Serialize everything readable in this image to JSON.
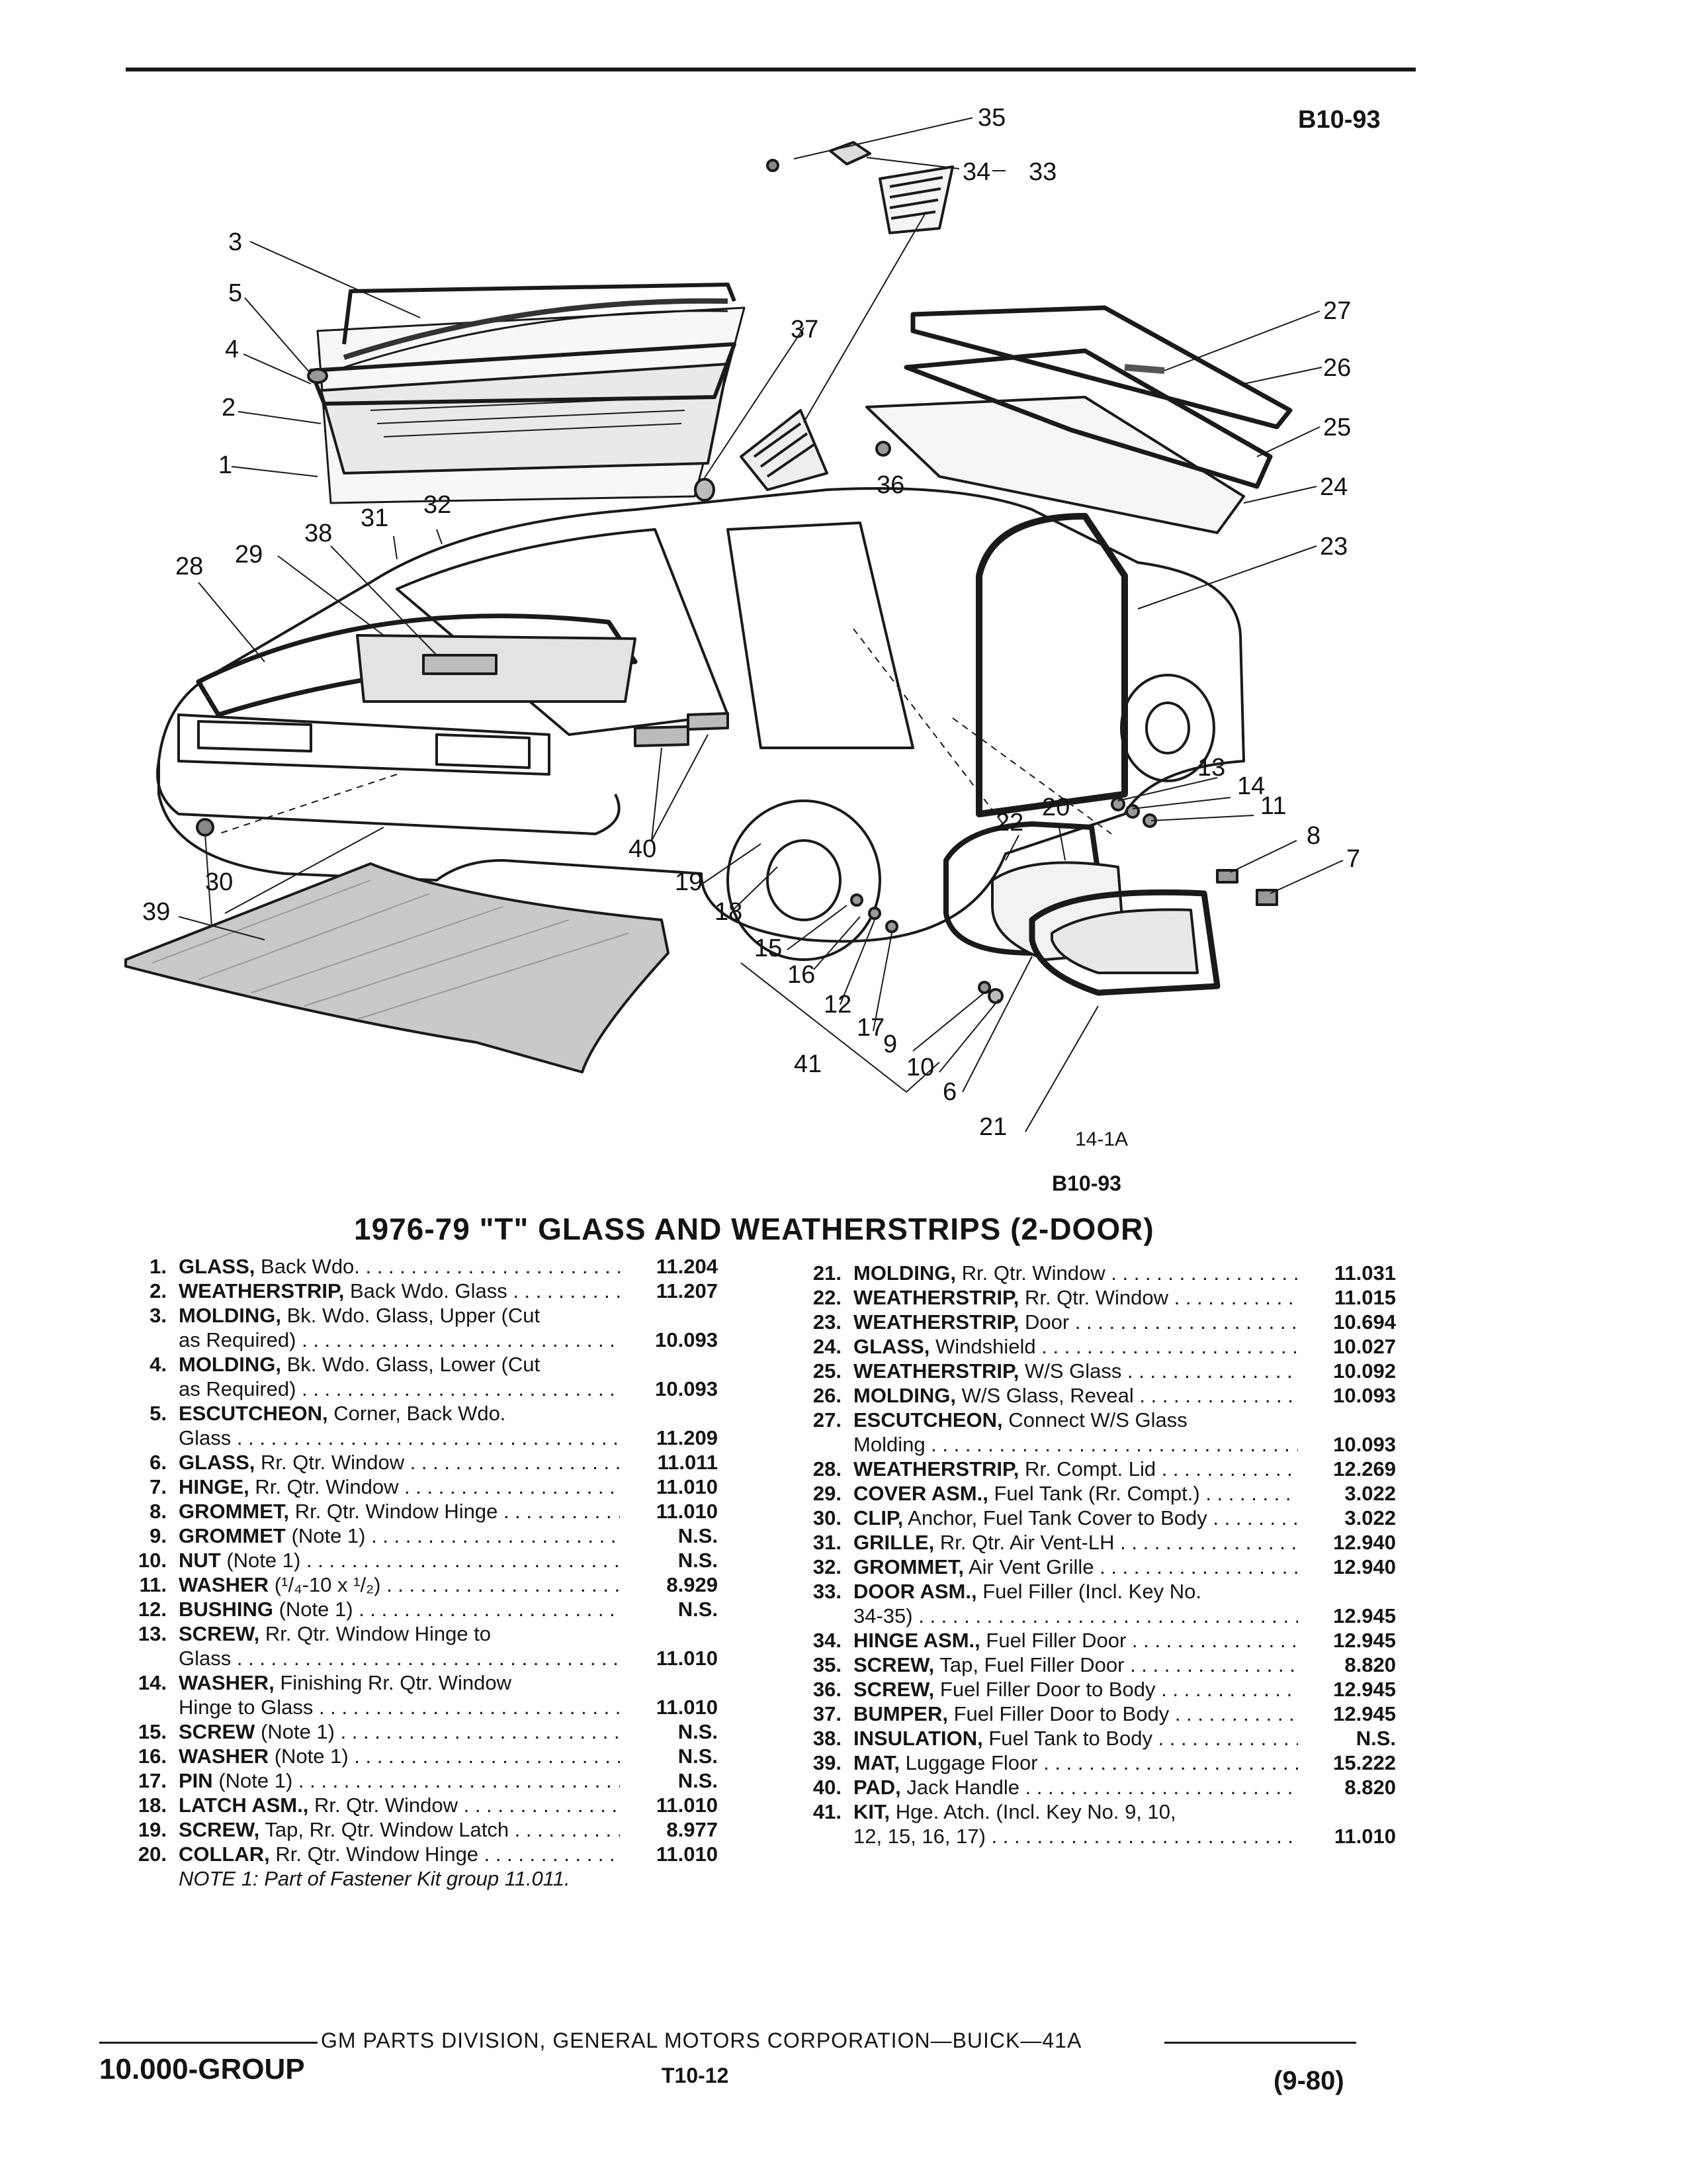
{
  "page_code": "B10-93",
  "figure": {
    "id": "14-1A",
    "code": "B10-93",
    "callouts": [
      "1",
      "2",
      "3",
      "4",
      "5",
      "6",
      "7",
      "8",
      "9",
      "10",
      "11",
      "12",
      "13",
      "14",
      "15",
      "16",
      "17",
      "18",
      "19",
      "20",
      "21",
      "22",
      "23",
      "24",
      "25",
      "26",
      "27",
      "28",
      "29",
      "30",
      "31",
      "32",
      "33",
      "34",
      "35",
      "36",
      "37",
      "38",
      "39",
      "40",
      "41"
    ]
  },
  "title": "1976-79 \"T\" GLASS AND WEATHERSTRIPS (2-DOOR)",
  "left_items": [
    {
      "num": "1.",
      "name": "GLASS,",
      "desc": "Back Wdo.",
      "cont": "",
      "group": "11.204"
    },
    {
      "num": "2.",
      "name": "WEATHERSTRIP,",
      "desc": "Back Wdo. Glass",
      "cont": "",
      "group": "11.207"
    },
    {
      "num": "3.",
      "name": "MOLDING,",
      "desc": "Bk. Wdo. Glass, Upper (Cut",
      "cont": "as Required)",
      "group": "10.093"
    },
    {
      "num": "4.",
      "name": "MOLDING,",
      "desc": "Bk. Wdo. Glass, Lower (Cut",
      "cont": "as Required)",
      "group": "10.093"
    },
    {
      "num": "5.",
      "name": "ESCUTCHEON,",
      "desc": "Corner, Back Wdo.",
      "cont": "Glass",
      "group": "11.209"
    },
    {
      "num": "6.",
      "name": "GLASS,",
      "desc": "Rr. Qtr. Window",
      "cont": "",
      "group": "11.011"
    },
    {
      "num": "7.",
      "name": "HINGE,",
      "desc": "Rr. Qtr. Window",
      "cont": "",
      "group": "11.010"
    },
    {
      "num": "8.",
      "name": "GROMMET,",
      "desc": "Rr. Qtr. Window Hinge",
      "cont": "",
      "group": "11.010"
    },
    {
      "num": "9.",
      "name": "GROMMET",
      "desc": "(Note 1)",
      "cont": "",
      "group": "N.S."
    },
    {
      "num": "10.",
      "name": "NUT",
      "desc": "(Note 1)",
      "cont": "",
      "group": "N.S."
    },
    {
      "num": "11.",
      "name": "WASHER",
      "desc": "(¹/₄-10 x ¹/₂)",
      "cont": "",
      "group": "8.929"
    },
    {
      "num": "12.",
      "name": "BUSHING",
      "desc": "(Note 1)",
      "cont": "",
      "group": "N.S."
    },
    {
      "num": "13.",
      "name": "SCREW,",
      "desc": "Rr. Qtr. Window Hinge to",
      "cont": "Glass",
      "group": "11.010"
    },
    {
      "num": "14.",
      "name": "WASHER,",
      "desc": "Finishing Rr. Qtr. Window",
      "cont": "Hinge to Glass",
      "group": "11.010"
    },
    {
      "num": "15.",
      "name": "SCREW",
      "desc": "(Note 1)",
      "cont": "",
      "group": "N.S."
    },
    {
      "num": "16.",
      "name": "WASHER",
      "desc": "(Note 1)",
      "cont": "",
      "group": "N.S."
    },
    {
      "num": "17.",
      "name": "PIN",
      "desc": "(Note 1)",
      "cont": "",
      "group": "N.S."
    },
    {
      "num": "18.",
      "name": "LATCH ASM.,",
      "desc": "Rr. Qtr. Window",
      "cont": "",
      "group": "11.010"
    },
    {
      "num": "19.",
      "name": "SCREW,",
      "desc": "Tap, Rr. Qtr. Window Latch",
      "cont": "",
      "group": "8.977"
    },
    {
      "num": "20.",
      "name": "COLLAR,",
      "desc": "Rr. Qtr. Window Hinge",
      "cont": "",
      "group": "11.010"
    }
  ],
  "note": "NOTE 1: Part of Fastener Kit group 11.011.",
  "right_items": [
    {
      "num": "21.",
      "name": "MOLDING,",
      "desc": "Rr. Qtr. Window",
      "cont": "",
      "group": "11.031"
    },
    {
      "num": "22.",
      "name": "WEATHERSTRIP,",
      "desc": "Rr. Qtr. Window",
      "cont": "",
      "group": "11.015"
    },
    {
      "num": "23.",
      "name": "WEATHERSTRIP,",
      "desc": "Door",
      "cont": "",
      "group": "10.694"
    },
    {
      "num": "24.",
      "name": "GLASS,",
      "desc": "Windshield",
      "cont": "",
      "group": "10.027"
    },
    {
      "num": "25.",
      "name": "WEATHERSTRIP,",
      "desc": "W/S Glass",
      "cont": "",
      "group": "10.092"
    },
    {
      "num": "26.",
      "name": "MOLDING,",
      "desc": "W/S Glass, Reveal",
      "cont": "",
      "group": "10.093"
    },
    {
      "num": "27.",
      "name": "ESCUTCHEON,",
      "desc": "Connect W/S Glass",
      "cont": "Molding",
      "group": "10.093"
    },
    {
      "num": "28.",
      "name": "WEATHERSTRIP,",
      "desc": "Rr. Compt. Lid",
      "cont": "",
      "group": "12.269"
    },
    {
      "num": "29.",
      "name": "COVER ASM.,",
      "desc": "Fuel Tank (Rr. Compt.)",
      "cont": "",
      "group": "3.022"
    },
    {
      "num": "30.",
      "name": "CLIP,",
      "desc": "Anchor, Fuel Tank Cover to Body",
      "cont": "",
      "group": "3.022"
    },
    {
      "num": "31.",
      "name": "GRILLE,",
      "desc": "Rr. Qtr. Air Vent-LH",
      "cont": "",
      "group": "12.940"
    },
    {
      "num": "32.",
      "name": "GROMMET,",
      "desc": "Air Vent Grille",
      "cont": "",
      "group": "12.940"
    },
    {
      "num": "33.",
      "name": "DOOR ASM.,",
      "desc": "Fuel Filler (Incl. Key No.",
      "cont": "34-35)",
      "group": "12.945"
    },
    {
      "num": "34.",
      "name": "HINGE ASM.,",
      "desc": "Fuel Filler Door",
      "cont": "",
      "group": "12.945"
    },
    {
      "num": "35.",
      "name": "SCREW,",
      "desc": "Tap, Fuel Filler Door",
      "cont": "",
      "group": "8.820"
    },
    {
      "num": "36.",
      "name": "SCREW,",
      "desc": "Fuel Filler Door to Body",
      "cont": "",
      "group": "12.945"
    },
    {
      "num": "37.",
      "name": "BUMPER,",
      "desc": "Fuel Filler Door to Body",
      "cont": "",
      "group": "12.945"
    },
    {
      "num": "38.",
      "name": "INSULATION,",
      "desc": "Fuel Tank to Body",
      "cont": "",
      "group": "N.S."
    },
    {
      "num": "39.",
      "name": "MAT,",
      "desc": "Luggage Floor",
      "cont": "",
      "group": "15.222"
    },
    {
      "num": "40.",
      "name": "PAD,",
      "desc": "Jack Handle",
      "cont": "",
      "group": "8.820"
    },
    {
      "num": "41.",
      "name": "KIT,",
      "desc": "Hge. Atch. (Incl. Key No. 9, 10,",
      "cont": "12, 15, 16, 17)",
      "group": "11.010"
    }
  ],
  "footer": {
    "division": "GM PARTS DIVISION, GENERAL MOTORS CORPORATION—BUICK—41A",
    "group": "10.000-GROUP",
    "page": "T10-12",
    "date": "(9-80)"
  }
}
